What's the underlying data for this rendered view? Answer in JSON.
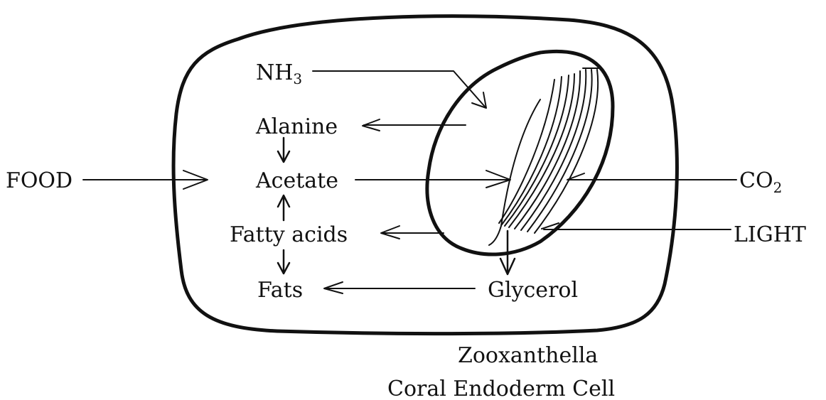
{
  "diagram": {
    "labels": {
      "nh3_main": "NH",
      "nh3_sub": "3",
      "alanine": "Alanine",
      "acetate": "Acetate",
      "fatty_acids": "Fatty acids",
      "fats": "Fats",
      "glycerol": "Glycerol",
      "food": "FOOD",
      "co2_main": "CO",
      "co2_sub": "2",
      "light": "LIGHT",
      "zooxanthella": "Zooxanthella",
      "coral_cell": "Coral Endoderm Cell"
    }
  }
}
